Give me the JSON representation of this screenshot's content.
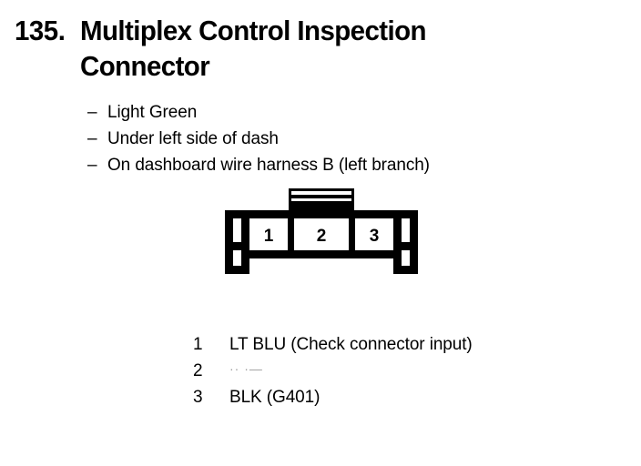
{
  "page": {
    "background_color": "#ffffff",
    "ink_color": "#000000"
  },
  "heading": {
    "number": "135.",
    "text": "Multiplex Control Inspection Connector"
  },
  "notes": {
    "bullet_glyph": "–",
    "items": [
      {
        "text": "Light Green"
      },
      {
        "text": "Under left side of dash"
      },
      {
        "text": "On dashboard wire harness B (left branch)"
      }
    ]
  },
  "connector": {
    "cavity_count": 3,
    "cavities": [
      {
        "number": "1"
      },
      {
        "number": "2"
      },
      {
        "number": "3"
      }
    ]
  },
  "pin_legend": {
    "rows": [
      {
        "pin": "1",
        "value": "LT BLU (Check connector input)"
      },
      {
        "pin": "2",
        "value": "·· ·—"
      },
      {
        "pin": "3",
        "value": "BLK (G401)"
      }
    ]
  }
}
